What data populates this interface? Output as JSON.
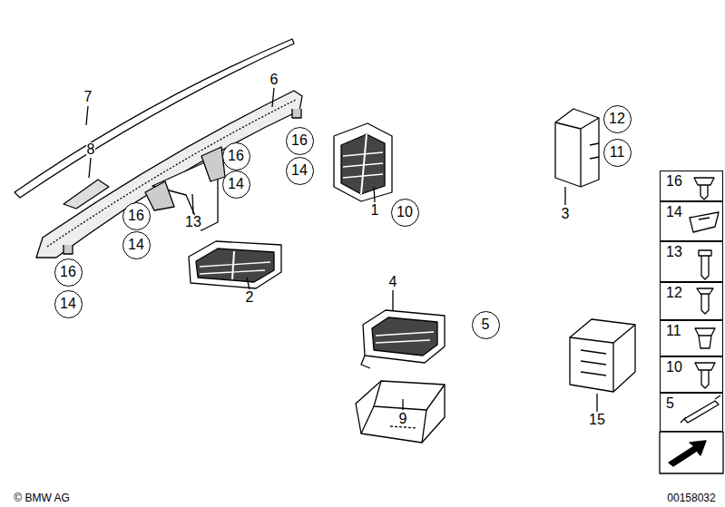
{
  "diagram": {
    "nodes": [
      {
        "text": [
          "12"
        ]
      },
      {
        "text": [
          "16"
        ]
      },
      {
        "text": [
          "11"
        ]
      },
      {
        "text": [
          "16"
        ]
      },
      {
        "text": [
          "14"
        ]
      },
      {
        "text": [
          "14"
        ]
      },
      {
        "text": [
          "16"
        ]
      },
      {
        "text": [
          "10"
        ]
      },
      {
        "text": [
          "14"
        ]
      },
      {
        "text": [
          "16"
        ]
      },
      {
        "text": [
          "14"
        ]
      },
      {
        "text": [
          "5"
        ]
      },
      {
        "text": [
          "16"
        ]
      },
      {
        "text": [
          "14"
        ]
      },
      {
        "text": [
          "13"
        ]
      },
      {
        "text": [
          "12"
        ]
      },
      {
        "text": [
          "11"
        ]
      },
      {
        "text": [
          "10"
        ]
      },
      {
        "text": [
          "5"
        ]
      }
    ],
    "labels": [
      "7",
      "6",
      "8",
      "13",
      "1",
      "2",
      "3",
      "4",
      "9",
      "15",
      "© BMW AG",
      "00158032"
    ]
  }
}
